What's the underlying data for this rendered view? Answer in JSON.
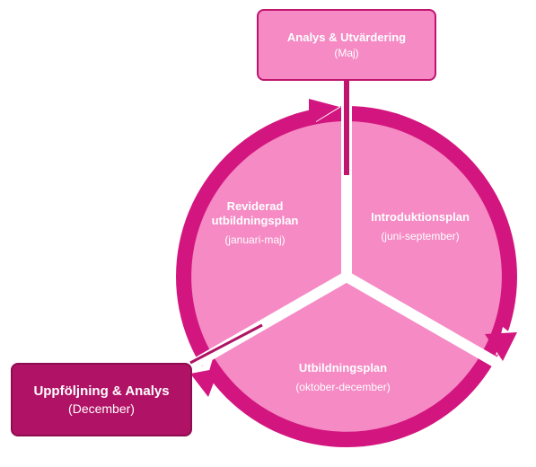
{
  "boxes": {
    "top": {
      "title": "Analys & Utvärdering",
      "subtitle": "(Maj)"
    },
    "left": {
      "title": "Uppföljning & Analys",
      "subtitle": "(December)"
    }
  },
  "segments": {
    "revised": {
      "title_line1": "Reviderad",
      "title_line2": "utbildningsplan",
      "subtitle": "(januari-maj)"
    },
    "intro": {
      "title": "Introduktionsplan",
      "subtitle": "(juni-september)"
    },
    "education": {
      "title": "Utbildningsplan",
      "subtitle": "(oktober-december)"
    }
  },
  "colors": {
    "wedge": "#f58ac4",
    "ring": "#d3167f",
    "dark_box": "#b01265",
    "outline": "#c0146f"
  }
}
